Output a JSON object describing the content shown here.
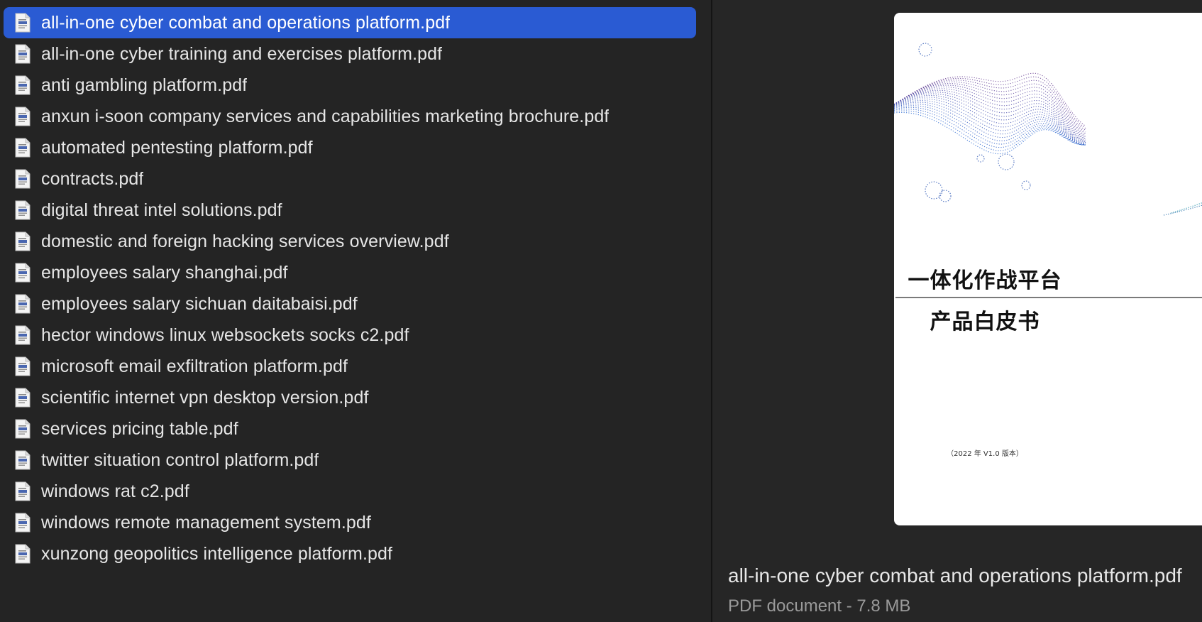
{
  "files": [
    {
      "name": "all-in-one cyber combat and operations platform.pdf",
      "selected": true
    },
    {
      "name": "all-in-one cyber training and exercises platform.pdf"
    },
    {
      "name": "anti gambling platform.pdf"
    },
    {
      "name": "anxun i-soon company services and capabilities marketing brochure.pdf"
    },
    {
      "name": "automated pentesting platform.pdf"
    },
    {
      "name": "contracts.pdf"
    },
    {
      "name": "digital threat intel solutions.pdf"
    },
    {
      "name": "domestic and foreign hacking services overview.pdf"
    },
    {
      "name": "employees salary shanghai.pdf"
    },
    {
      "name": "employees salary sichuan daitabaisi.pdf"
    },
    {
      "name": "hector windows linux websockets socks c2.pdf"
    },
    {
      "name": "microsoft email exfiltration platform.pdf"
    },
    {
      "name": "scientific internet vpn desktop version.pdf"
    },
    {
      "name": "services pricing table.pdf"
    },
    {
      "name": "twitter situation control platform.pdf"
    },
    {
      "name": "windows rat c2.pdf"
    },
    {
      "name": "windows remote management system.pdf"
    },
    {
      "name": "xunzong geopolitics intelligence platform.pdf"
    }
  ],
  "preview": {
    "doc_title_line1": "一体化作战平台",
    "doc_title_line2": "产品白皮书",
    "doc_version": "（2022 年 V1.0 版本）",
    "file_name": "all-in-one cyber combat and operations platform.pdf",
    "file_meta": "PDF document - 7.8 MB"
  },
  "icons": {
    "file": "pdf-document-icon"
  },
  "colors": {
    "selection": "#2a5bd3",
    "background": "#242424",
    "text": "#e6e6e6",
    "meta_text": "#9a9a9a"
  }
}
